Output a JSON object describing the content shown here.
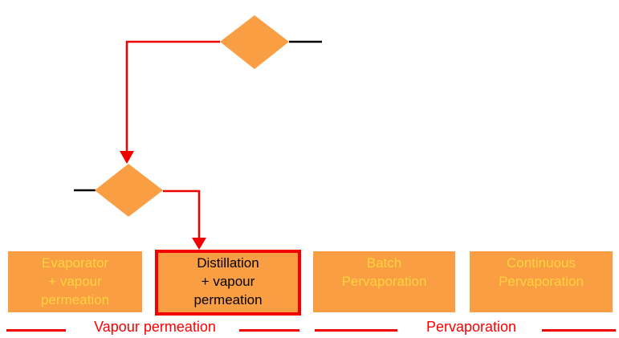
{
  "colors": {
    "orange": "#FA9E44",
    "yellow": "#FFD33F",
    "red": "#F00000",
    "red_text": "#FF0000",
    "ink": "#000000"
  },
  "diagram": {
    "decision_top": {
      "name": "top decision diamond"
    },
    "decision_middle": {
      "name": "middle decision diamond"
    },
    "boxes": [
      {
        "lines": [
          "Evaporator",
          "+ vapour",
          "permeation"
        ],
        "selected": false
      },
      {
        "lines": [
          "Distillation",
          "+ vapour",
          "permeation"
        ],
        "selected": true
      },
      {
        "lines": [
          "Batch",
          "Pervaporation"
        ],
        "selected": false
      },
      {
        "lines": [
          "Continuous",
          "Pervaporation"
        ],
        "selected": false
      }
    ]
  },
  "legend": {
    "left_label": "Vapour permeation",
    "right_label": "Pervaporation"
  }
}
